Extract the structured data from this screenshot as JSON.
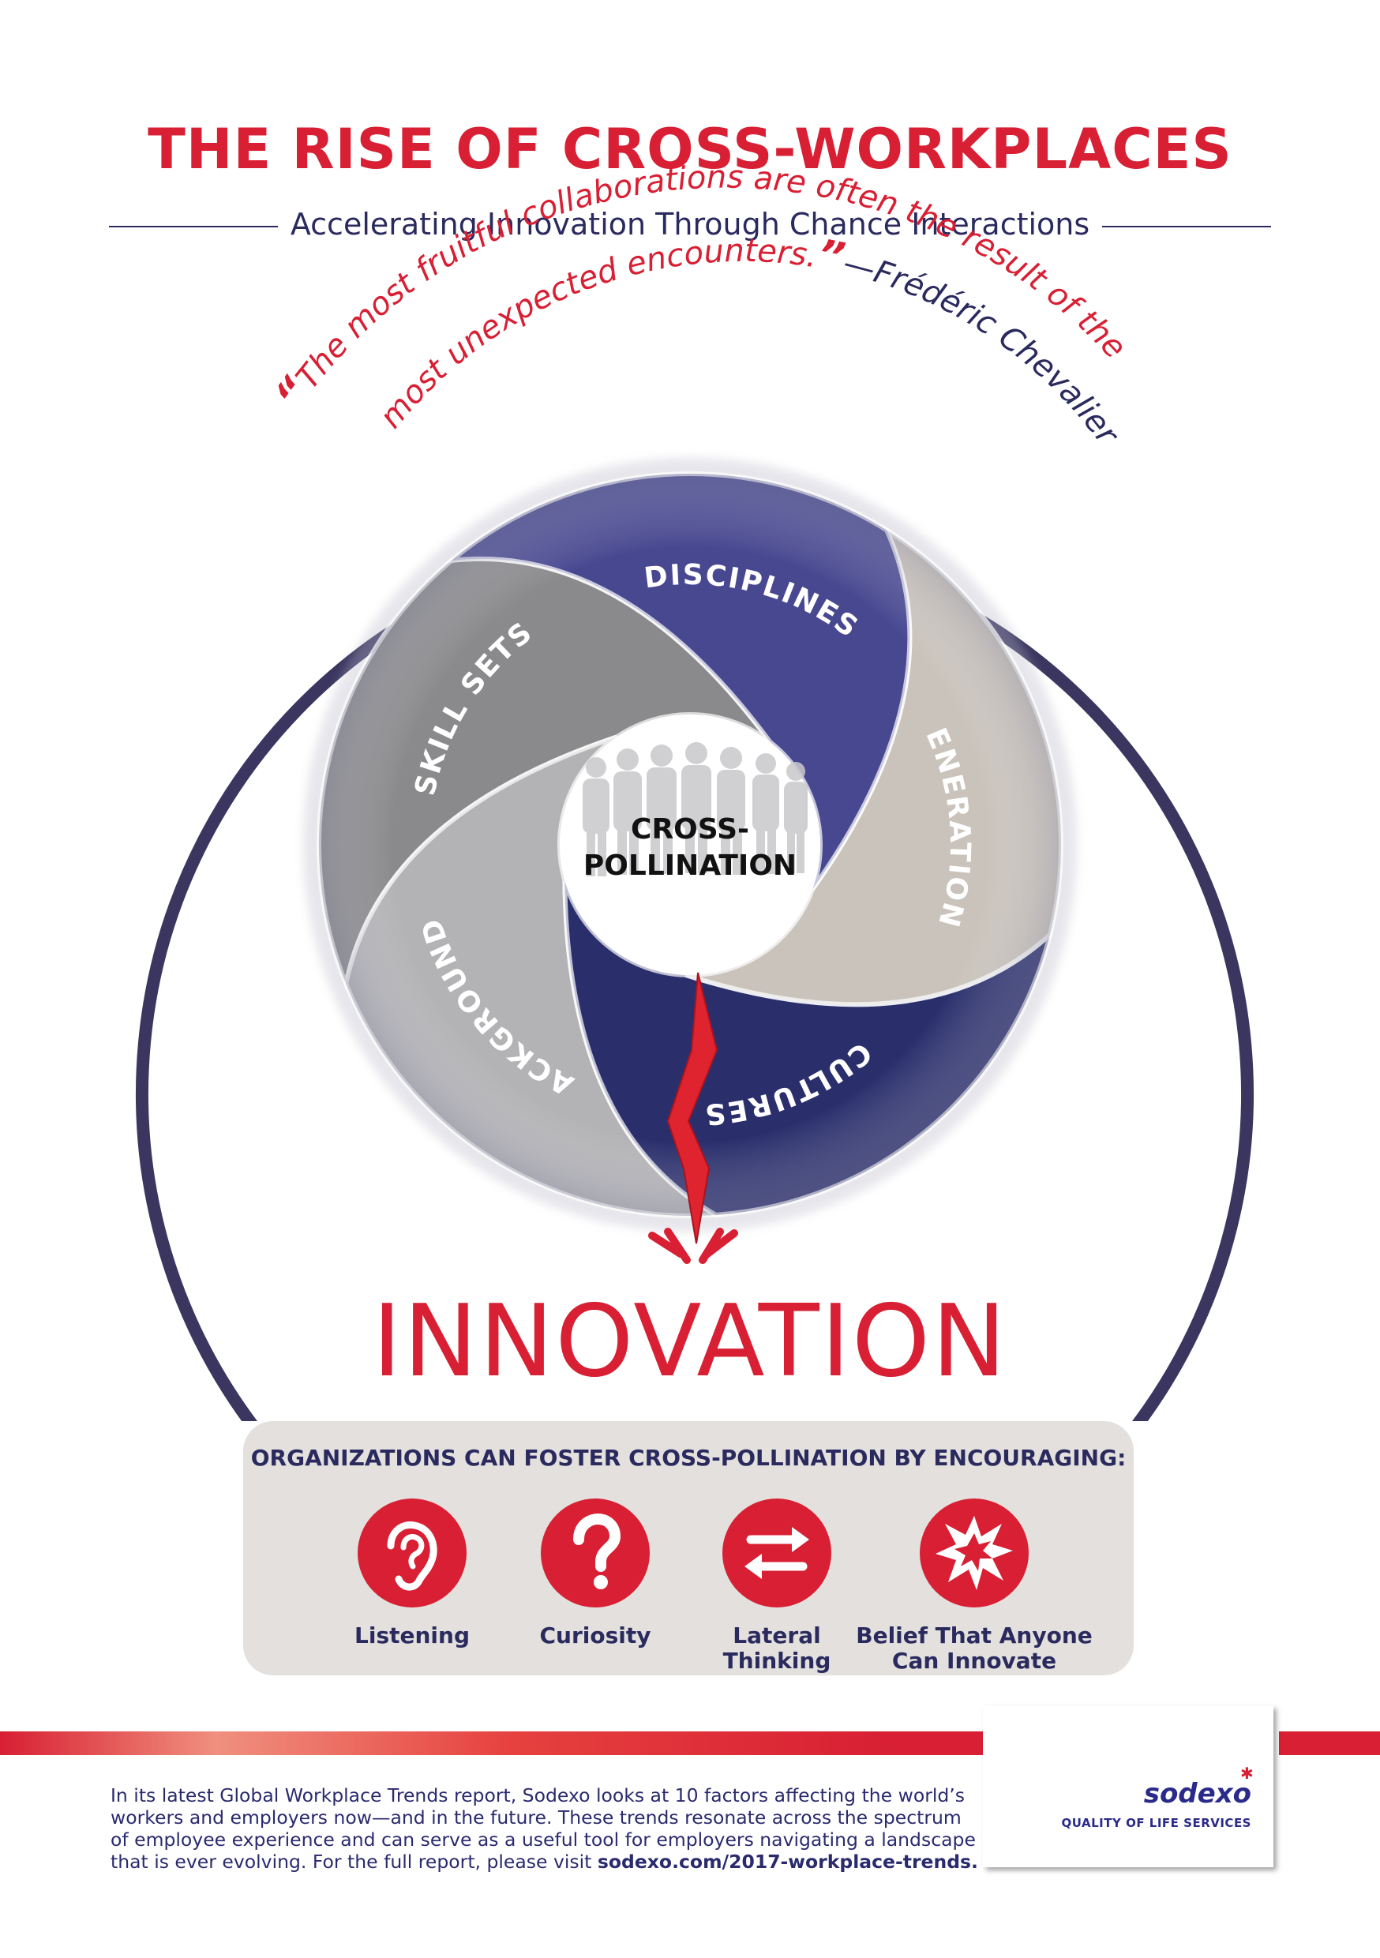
{
  "header": {
    "title": "THE RISE OF CROSS-WORKPLACES",
    "subtitle": "Accelerating Innovation Through Chance Interactions"
  },
  "quote": {
    "open_mark": "“",
    "line1": "The most fruitful collaborations are often the result of the",
    "line2": "most unexpected encounters.",
    "close_mark": "”",
    "attribution": "—Frédéric Chevalier"
  },
  "diagram": {
    "center": [
      "CROSS-",
      "POLLINATION"
    ],
    "segments": [
      {
        "label": "DISCIPLINES",
        "color": "#484891"
      },
      {
        "label": "GENERATIONS",
        "color": "#c9c3bb"
      },
      {
        "label": "CULTURES",
        "color": "#2a2f6c"
      },
      {
        "label": "BACKGROUNDS",
        "color": "#b3b3b6"
      },
      {
        "label": "SKILL SETS",
        "color": "#8a8a8c"
      }
    ],
    "outcome": "INNOVATION"
  },
  "panel": {
    "heading": "ORGANIZATIONS CAN FOSTER CROSS-POLLINATION BY ENCOURAGING:",
    "items": [
      {
        "icon": "ear-icon",
        "line1": "Listening",
        "line2": ""
      },
      {
        "icon": "question-mark-icon",
        "line1": "Curiosity",
        "line2": ""
      },
      {
        "icon": "swap-arrows-icon",
        "line1": "Lateral",
        "line2": "Thinking"
      },
      {
        "icon": "burst-icon",
        "line1": "Belief That Anyone",
        "line2": "Can Innovate"
      }
    ]
  },
  "footer": {
    "text": "In its latest Global Workplace Trends report, Sodexo looks at 10 factors affecting the world’s workers and employers now—and in the future. These trends resonate across the spectrum of employee experience and can serve as a useful tool for employers navigating a landscape that is ever evolving. For the full report, please visit",
    "link": "sodexo.com/2017-workplace-trends."
  },
  "logo": {
    "name": "sodexo",
    "tagline": "QUALITY OF LIFE SERVICES"
  },
  "colors": {
    "brand_red": "#d81f33",
    "navy": "#2a2a5e",
    "panel_bg": "#e3e0dd"
  }
}
